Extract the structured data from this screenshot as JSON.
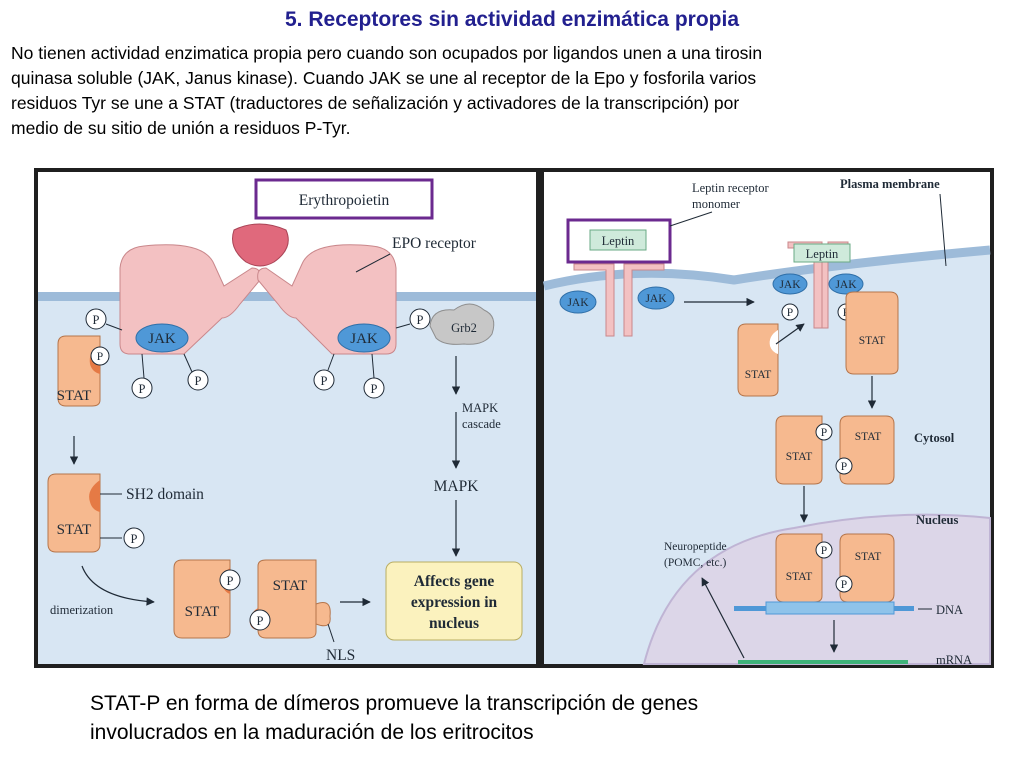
{
  "slide": {
    "title": "5. Receptores sin actividad enzimática propia",
    "intro_lines": [
      "No tienen actividad enzimatica propia pero cuando son ocupados por ligandos unen a una tirosin",
      "quinasa soluble (JAK, Janus kinase).  Cuando JAK se une al receptor de la Epo y fosforila varios",
      "residuos Tyr se une a STAT (traductores de señalización y activadores de la transcripción) por",
      "medio de su sitio de unión a residuos P-Tyr."
    ],
    "caption_lines": [
      "STAT-P en forma de dímeros promueve la transcripción de genes",
      "involucrados en la maduración de los eritrocitos"
    ]
  },
  "left_panel": {
    "erythropoietin": "Erythropoietin",
    "epo_receptor": "EPO receptor",
    "jak": "JAK",
    "p": "P",
    "grb2": "Grb2",
    "stat": "STAT",
    "mapk_cascade_1": "MAPK",
    "mapk_cascade_2": "cascade",
    "mapk": "MAPK",
    "sh2_domain": "SH2 domain",
    "dimerization": "dimerization",
    "nls": "NLS",
    "affects_1": "Affects gene",
    "affects_2": "expression in",
    "affects_3": "nucleus"
  },
  "right_panel": {
    "leptin_receptor_1": "Leptin receptor",
    "leptin_receptor_2": "monomer",
    "plasma_membrane": "Plasma membrane",
    "leptin": "Leptin",
    "jak": "JAK",
    "p": "P",
    "stat": "STAT",
    "cytosol": "Cytosol",
    "nucleus": "Nucleus",
    "neuropeptide_1": "Neuropeptide",
    "neuropeptide_2": "(POMC, etc.)",
    "dna": "DNA",
    "mrna": "mRNA"
  },
  "colors": {
    "title": "#22208f",
    "cytosol_blue": "#d8e6f3",
    "membrane_blue": "#9dbbd9",
    "receptor_pink": "#f3c1c2",
    "stat_orange": "#f6b98f",
    "jak_blue": "#4f98d7",
    "epo_red": "#e0697c",
    "highlight_purple": "#6b2a8f",
    "nucleus_purple": "#dcd6e8",
    "gene_box_yellow": "#fbf2be"
  }
}
